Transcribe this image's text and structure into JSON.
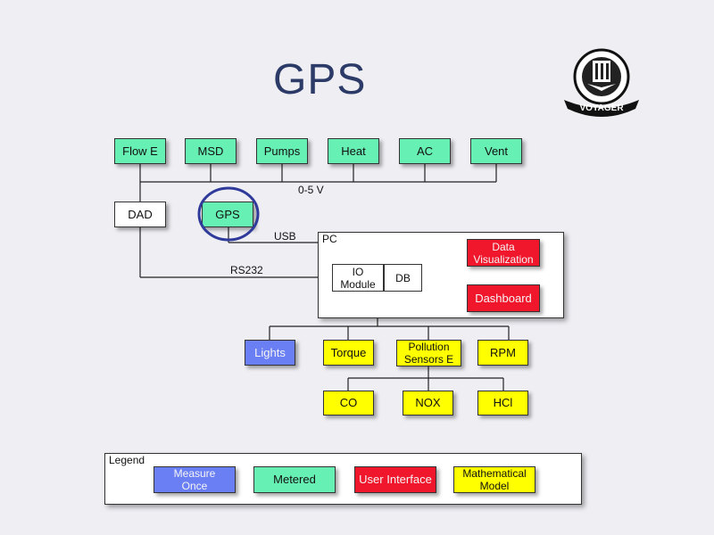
{
  "title": "GPS",
  "logo_text": "VOYAGER",
  "sensors": [
    "Flow E",
    "MSD",
    "Pumps",
    "Heat",
    "AC",
    "Vent"
  ],
  "bus_label": "0-5 V",
  "dad_label": "DAD",
  "gps_label": "GPS",
  "usb_label": "USB",
  "rs232_label": "RS232",
  "pc_label": "PC",
  "io_module_label": "IO\nModule",
  "db_label": "DB",
  "data_vis_label": "Data\nVisualization",
  "dashboard_label": "Dashboard",
  "outputs": [
    "Lights",
    "Torque",
    "Pollution\nSensors E",
    "RPM"
  ],
  "pollutants": [
    "CO",
    "NOX",
    "HCl"
  ],
  "legend": {
    "title": "Legend",
    "items": [
      "Measure\nOnce",
      "Metered",
      "User Interface",
      "Mathematical\nModel"
    ]
  },
  "colors": {
    "metered": "#66f0b4",
    "math_model": "#ffff00",
    "user_interface": "#f0162c",
    "measure_once": "#6b7ff5",
    "highlight_circle": "#2f3a9a"
  }
}
